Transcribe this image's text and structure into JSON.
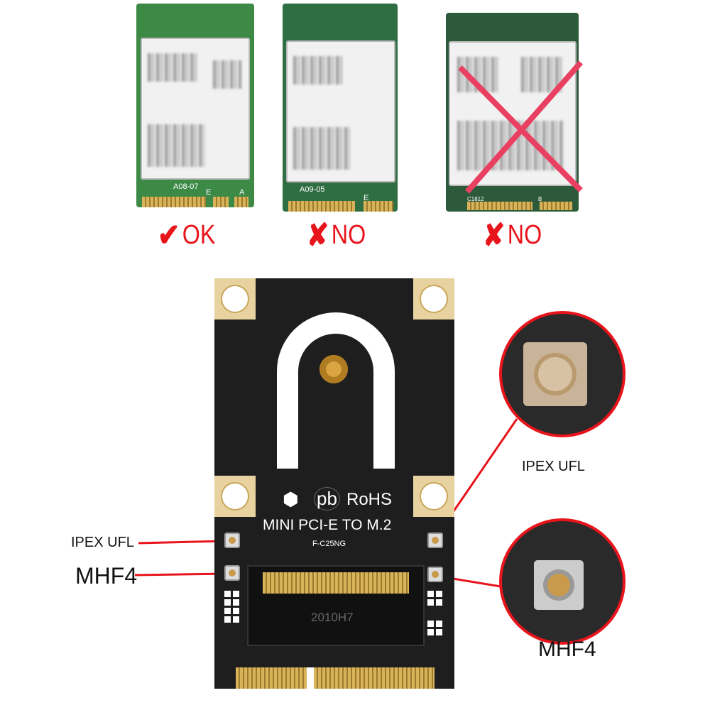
{
  "cards": [
    {
      "code": "A08-07",
      "keys": [
        "E",
        "A"
      ],
      "verdict": "OK",
      "verdict_icon": "check-icon",
      "color": "#e8141c"
    },
    {
      "code": "A09-05",
      "keys": [
        "E"
      ],
      "verdict": "NO",
      "verdict_icon": "x-icon",
      "color": "#e8141c"
    },
    {
      "code": "C1812",
      "keys": [
        "B"
      ],
      "verdict": "NO",
      "verdict_icon": "x-icon",
      "color": "#e8141c",
      "crossed_out": true
    }
  ],
  "adapter": {
    "rohs": "RoHS",
    "pb": "pb",
    "title": "MINI PCI-E TO M.2",
    "model": "F-C25NG",
    "slot_code": "2010H7"
  },
  "callouts": {
    "left_ipex": "IPEX UFL",
    "left_mhf4": "MHF4",
    "right_ipex": "IPEX UFL",
    "right_mhf4": "MHF4"
  },
  "colors": {
    "accent_red": "#e8141c",
    "board": "#1e1e1e",
    "gold": "#d8b35a",
    "pcb_green": "#2f7a3f"
  }
}
